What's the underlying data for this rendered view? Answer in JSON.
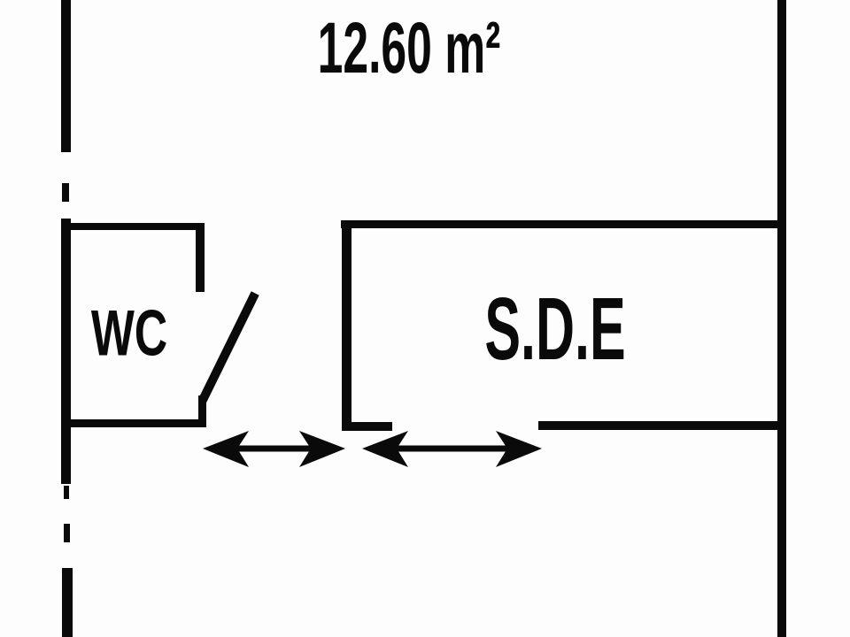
{
  "plan": {
    "type": "floor-plan",
    "labels": {
      "area": "12.60 m²",
      "wc": "WC",
      "sde": "S.D.E"
    },
    "rooms": [
      {
        "name": "main-room",
        "label": "12.60 m²",
        "area_m2": 12.6
      },
      {
        "name": "wc",
        "label": "WC"
      },
      {
        "name": "shower-room",
        "label": "S.D.E"
      }
    ],
    "colors": {
      "line": "#0a0a0a",
      "background": "#fdfdfd"
    }
  }
}
